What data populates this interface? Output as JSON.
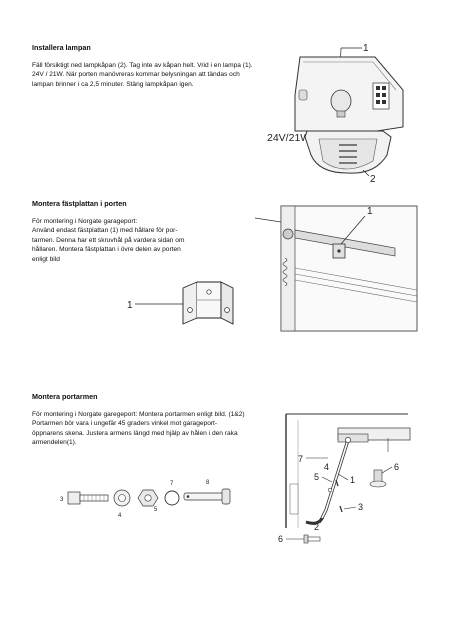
{
  "sections": [
    {
      "title": "Installera lampan",
      "body": "Fäll försiktigt ned lampkåpan (2). Tag inte av kåpan helt. Vrid i en lampa (1).\n24V / 21W. När porten manövreras kommar belysningan att tändas och\nlampan brinner i ca 2,5 minuter. Stäng lampkåpan igen."
    },
    {
      "title": "Montera fästplattan i porten",
      "body": "För montering i Norgate garageport:\nAnvänd endast fästplattan (1) med hållare för por-\ntarmen. Denna har ett skruvhål på vardera sidan om\nhållaren. Montera fästplattan i övre delen av porten\nenligt bild"
    },
    {
      "title": "Montera portarmen",
      "body": "För montering i Norgate garegeport: Montera portarmen enligt bild. (1&2)\nPortarmen bör vara i ungefär 45 graders vinkel mot garageport-\nöppnarens skena. Justera armens längd med hjälp av hålen i den raka\narmendelen(1)."
    }
  ],
  "figures": {
    "lamp": {
      "label_1": "1",
      "label_2": "2",
      "rating": "24V/21W Max"
    },
    "bracket_door": {
      "label_1": "1"
    },
    "bracket": {
      "label_1": "1"
    },
    "parts": {
      "p3": "3",
      "p4": "4",
      "p5": "5",
      "p7": "7",
      "p8": "8"
    },
    "arm": {
      "l1": "1",
      "l2": "2",
      "l3": "3",
      "l4": "4",
      "l5": "5",
      "l6": "6",
      "l7": "7",
      "l6b": "6"
    }
  }
}
